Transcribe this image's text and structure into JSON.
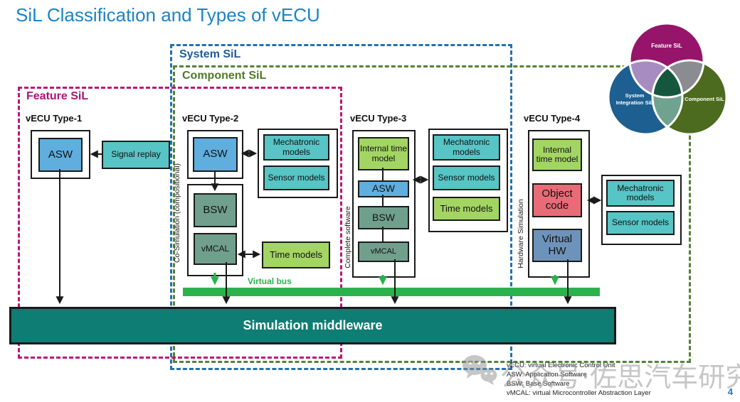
{
  "title": "SiL Classification and Types of vECU",
  "page_number": "4",
  "regions": {
    "system_sil": "System SiL",
    "component_sil": "Component SiL",
    "feature_sil": "Feature SiL"
  },
  "types": {
    "type1": {
      "title": "vECU Type-1",
      "asw": "ASW",
      "signal_replay": "Signal replay"
    },
    "type2": {
      "title": "vECU Type-2",
      "orientation_label": "Co-Simulation (compositional)",
      "asw": "ASW",
      "bsw": "BSW",
      "vmcal": "vMCAL",
      "mechatronic_models": "Mechatronic models",
      "sensor_models": "Sensor models",
      "time_models": "Time models"
    },
    "type3": {
      "title": "vECU Type-3",
      "orientation_label": "Complete software",
      "internal_time_model": "Internal time model",
      "asw": "ASW",
      "bsw": "BSW",
      "vmcal": "vMCAL",
      "mechatronic_models": "Mechatronic models",
      "sensor_models": "Sensor models",
      "time_models": "Time models"
    },
    "type4": {
      "title": "vECU Type-4",
      "orientation_label": "Hardware Simulation",
      "internal_time_model": "Internal time model",
      "object_code": "Object code",
      "virtual_hw": "Virtual HW",
      "mechatronic_models": "Mechatronic models",
      "sensor_models": "Sensor models"
    }
  },
  "bus_label": "Virtual bus",
  "middleware_label": "Simulation middleware",
  "venn": {
    "feature": "Feature SiL",
    "system_line1": "System",
    "system_line2": "Integration SiL",
    "component": "Component SiL"
  },
  "legend_lines": [
    "vECU: virtual Electronic Control Unit",
    "ASW: Application Software",
    "BSW: Base Software",
    "vMCAL: virtual Microcontroller Abstraction Layer"
  ],
  "watermark_text": "公众号·佐思汽车研究",
  "colors": {
    "title_blue": "#1B84C5",
    "system_sil_blue": "#2471AE",
    "component_sil_green": "#548235",
    "feature_sil_pink": "#BE1578",
    "asw_blue": "#5FAEDE",
    "model_teal": "#57C4C5",
    "bsw_vmcal_sage": "#70A08D",
    "time_model_green": "#A3D563",
    "object_code_red": "#E76C77",
    "virtual_hw_steel": "#6E93BB",
    "virtual_bus_green": "#2BB24C",
    "middleware_teal": "#0E7D73",
    "venn_feature": "#96156B",
    "venn_system": "#1D5F90",
    "venn_component": "#4C6B1E",
    "venn_feature_system": "#A78CC2",
    "venn_feature_component": "#8B8B92",
    "venn_system_component": "#6FA28F",
    "venn_center": "#14573D"
  }
}
